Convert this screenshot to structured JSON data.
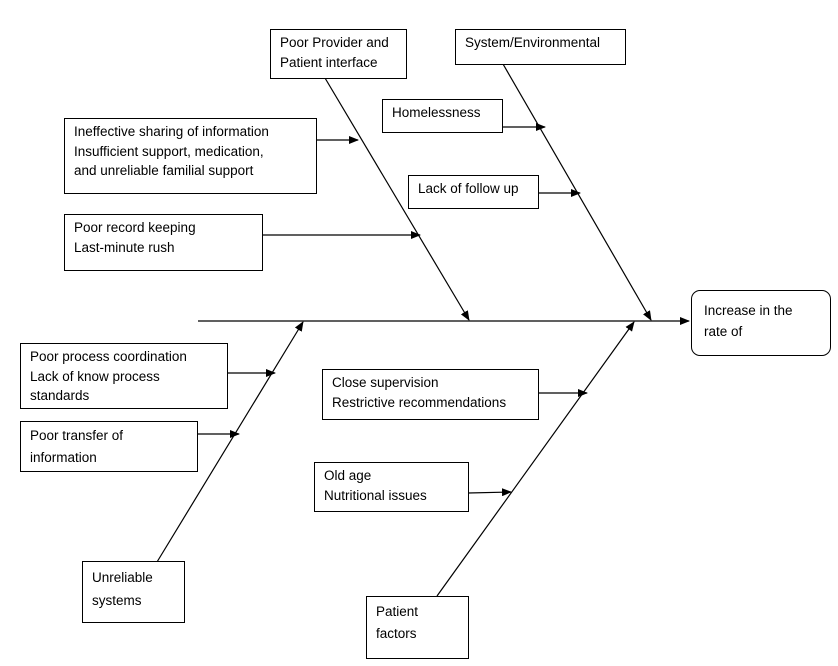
{
  "effect": {
    "lines": [
      "Increase in the",
      "rate of"
    ]
  },
  "categories": {
    "provider": {
      "lines": [
        "Poor Provider and",
        "Patient interface"
      ]
    },
    "system": {
      "lines": [
        "System/Environmental"
      ]
    },
    "process": {
      "lines": [
        "Unreliable",
        "systems"
      ]
    },
    "patient": {
      "lines": [
        "Patient",
        "factors"
      ]
    }
  },
  "causes": {
    "sharing": {
      "lines": [
        "Ineffective sharing of information",
        "Insufficient support, medication,",
        "and unreliable familial support"
      ]
    },
    "records": {
      "lines": [
        "Poor record keeping",
        "Last-minute rush"
      ]
    },
    "homelessness": {
      "lines": [
        "Homelessness"
      ]
    },
    "followup": {
      "lines": [
        "Lack of follow up"
      ]
    },
    "coordination": {
      "lines": [
        "Poor process coordination",
        "Lack of know process",
        "standards"
      ]
    },
    "transfer": {
      "lines": [
        "Poor transfer of",
        "information"
      ]
    },
    "supervision": {
      "lines": [
        "Close supervision",
        "Restrictive recommendations"
      ]
    },
    "age": {
      "lines": [
        "Old age",
        "Nutritional issues"
      ]
    }
  }
}
